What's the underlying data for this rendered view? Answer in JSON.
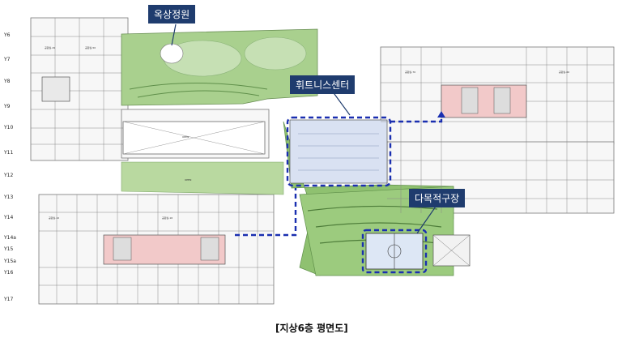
{
  "callouts": {
    "rooftop_garden": "옥상정원",
    "fitness_center": "휘트니스센터",
    "multipurpose_court": "다목적구장"
  },
  "caption": "[지상6층 평면도]",
  "grid_lines": [
    "Y6",
    "Y7",
    "Y8",
    "Y9",
    "Y10",
    "Y11",
    "Y12",
    "Y13",
    "Y14",
    "Y14a",
    "Y15",
    "Y15a",
    "Y16",
    "Y17"
  ],
  "colors": {
    "callout_bg": "#1f3c6e",
    "route_dash": "#1a2fb0",
    "garden_green": "#93c47d",
    "garden_dark": "#5f8f4a",
    "core_pink": "#f2c9c9",
    "wall": "#555555"
  }
}
